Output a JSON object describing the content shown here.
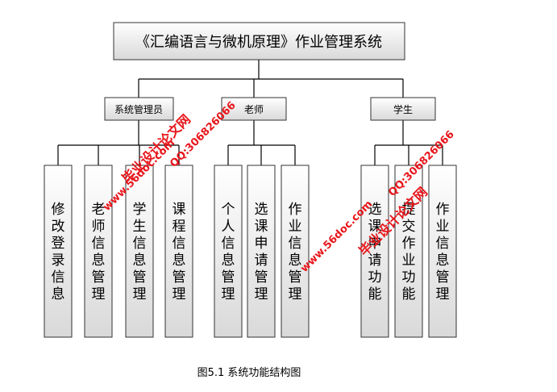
{
  "diagram": {
    "title": "《汇编语言与微机原理》作业管理系统",
    "roles": [
      {
        "label": "系统管理员",
        "children": [
          "修改登录信息",
          "老师信息管理",
          "学生信息管理",
          "课程信息管理"
        ]
      },
      {
        "label": "老师",
        "children": [
          "个人信息管理",
          "选课申请管理",
          "作业信息管理"
        ]
      },
      {
        "label": "学生",
        "children": [
          "选课申请功能",
          "提交作业功能",
          "作业信息管理"
        ]
      }
    ],
    "caption": "图5.1  系统功能结构图"
  },
  "watermarks": [
    {
      "text_1": "毕业设计论文网",
      "text_2": "www.56doc.com",
      "text_3": "QQ:306826066"
    },
    {
      "text_1": "毕业设计论文网",
      "text_2": "www.56doc.com",
      "text_3": "QQ:306826066"
    }
  ],
  "colors": {
    "box_top": "#ffffff",
    "box_bottom": "#d9d9d9",
    "watermark": "#e8161b"
  }
}
